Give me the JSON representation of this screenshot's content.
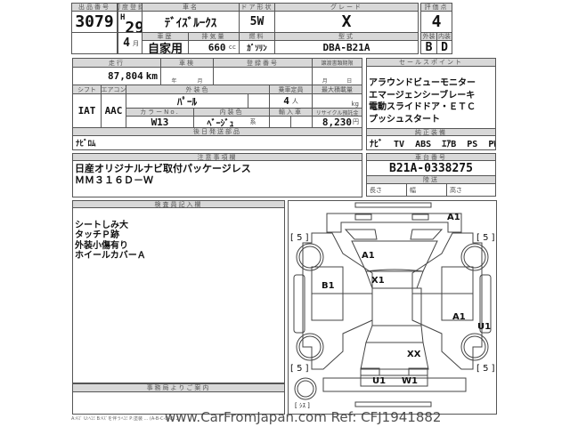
{
  "labels": {
    "lot_no": "出品番号",
    "first_reg": "初度登録",
    "car_name": "車名",
    "door": "ドア形状",
    "grade": "グレード",
    "score": "評価点",
    "history": "車歴",
    "displacement": "排気量",
    "fuel": "燃料",
    "model": "型式",
    "exterior": "外装",
    "interior": "内装",
    "mileage": "走行",
    "inspection": "車検",
    "reg_no": "登録番号",
    "transfer": "譲渡書類期限",
    "shift": "シフト",
    "aircon": "エアコン",
    "ext_color": "外装色",
    "capacity": "乗車定員",
    "max_load": "最大積載量",
    "color_no": "カラーNo.",
    "int_color": "内装色",
    "import": "輸入車",
    "recycle": "リサイクル預託金",
    "later_parts": "後日発送部品",
    "sales_point": "セールスポイント",
    "equipment": "純正装備",
    "chassis": "車台番号",
    "transport": "陸送",
    "length": "長さ",
    "width": "幅",
    "height": "高さ",
    "notes": "注意事項欄",
    "inspector": "検査員記入欄",
    "office": "事務局よりご案内"
  },
  "units": {
    "year": "年",
    "month": "月",
    "cc": "cc",
    "km": "km",
    "year2": "年",
    "month2": "月",
    "month3": "月",
    "day": "日",
    "person": "人",
    "kg": "kg",
    "kei": "系",
    "yen": "円"
  },
  "values": {
    "lot_no": "3079",
    "era": "H",
    "year": "29",
    "month": "4",
    "car_name": "ﾃﾞｲｽﾞﾙｰｸｽ",
    "door": "5W",
    "grade": "X",
    "score": "4",
    "history": "自家用",
    "displacement": "660",
    "fuel": "ｶﾞｿﾘﾝ",
    "model": "DBA-B21A",
    "exterior": "B",
    "interior": "D",
    "mileage": "87,804",
    "shift": "IAT",
    "aircon": "AAC",
    "ext_color": "ﾊﾟｰﾙ",
    "capacity": "4",
    "color_no": "W13",
    "int_color": "ﾍﾞｰｼﾞｭ",
    "recycle": "8,230",
    "later_parts": "ﾅﾋﾞﾛﾑ",
    "equipment": "ﾅﾋﾞ  TV  ABS  ｴｱB  PS  PW",
    "chassis": "B21A-0338275"
  },
  "sales_points": [
    "アラウンドビューモニター",
    "エマージェンシーブレーキ",
    "電動スライドドア・ＥＴＣ",
    "プッシュスタート"
  ],
  "notes": [
    "日産オリジナルナビ取付パッケージレス",
    "ＭＭ３１６Ｄ－Ｗ"
  ],
  "inspector_notes": [
    "シートしみ大",
    "タッチＰ跡",
    "外装小傷有り",
    "ホイールカバーＡ"
  ],
  "diagram": {
    "top_a1": "A1",
    "windshield": "A1",
    "roof": "X1",
    "left_door": "B1",
    "right_door": "A1",
    "right_sill": "U1",
    "rear": "XX",
    "bumper_u": "U1",
    "bumper_w": "W1",
    "tire_fl": "[ 5 ]",
    "tire_fr": "[ 5 ]",
    "tire_rl": "[ 5 ]",
    "tire_rr": "[ 5 ]",
    "spare": "[ ｼｽ ]"
  },
  "legend": "A:ｷｽﾞ U:ﾍｺﾐ B:ｷｽﾞを伴うﾍｺﾐ P:塗装 ... (A-B-C-D-E) 2",
  "watermark": "www.CarFromJapan.com Ref: CFJ1941882"
}
